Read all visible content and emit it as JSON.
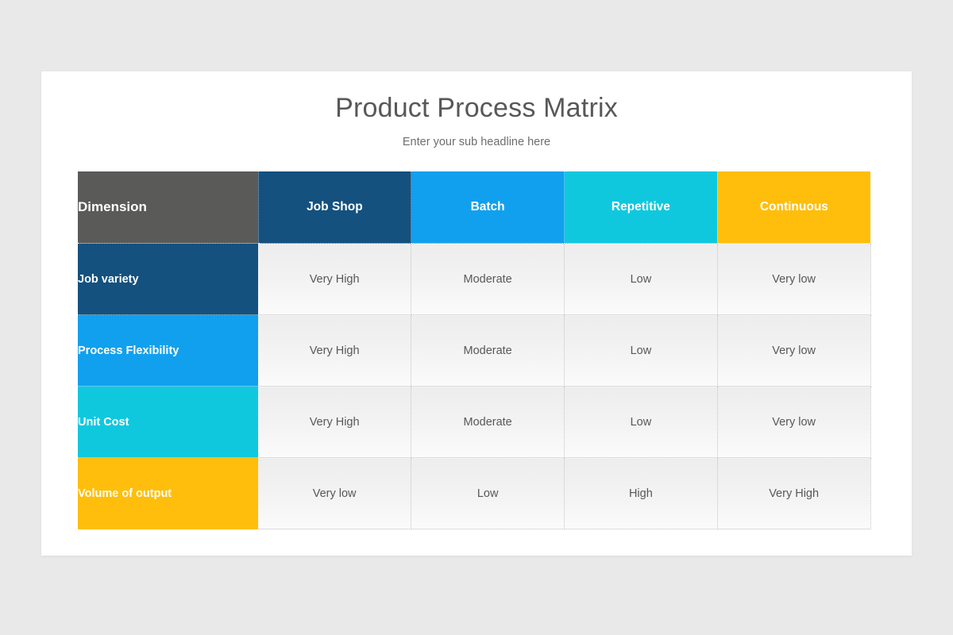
{
  "slide": {
    "title": "Product Process Matrix",
    "subtitle": "Enter your sub headline here"
  },
  "colors": {
    "background": "#e9e9e9",
    "card": "#ffffff",
    "title_text": "#58585a",
    "subtitle_text": "#6d6e71",
    "header_dimension": "#5a5a58",
    "header_job_shop": "#14517f",
    "header_batch": "#11a0ee",
    "header_repetitive": "#10c8de",
    "header_continuous": "#ffbe0b",
    "cell_text": "#58585a",
    "cell_gradient_top": "#ededed",
    "cell_gradient_bottom": "#fbfbfb",
    "cell_border": "#c4c4c4"
  },
  "chart_data": {
    "type": "table",
    "title": "Product Process Matrix",
    "subtitle": "Enter your sub headline here",
    "columns": [
      "Dimension",
      "Job Shop",
      "Batch",
      "Repetitive",
      "Continuous"
    ],
    "column_colors": [
      "#5a5a58",
      "#14517f",
      "#11a0ee",
      "#10c8de",
      "#ffbe0b"
    ],
    "row_labels": [
      "Job variety",
      "Process Flexibility",
      "Unit Cost",
      "Volume of output"
    ],
    "row_label_colors": [
      "#14517f",
      "#11a0ee",
      "#10c8de",
      "#ffbe0b"
    ],
    "rows": [
      {
        "label": "Job variety",
        "color": "#14517f",
        "values": [
          "Very High",
          "Moderate",
          "Low",
          "Very low"
        ]
      },
      {
        "label": "Process Flexibility",
        "color": "#11a0ee",
        "values": [
          "Very High",
          "Moderate",
          "Low",
          "Very low"
        ]
      },
      {
        "label": "Unit Cost",
        "color": "#10c8de",
        "values": [
          "Very High",
          "Moderate",
          "Low",
          "Very low"
        ]
      },
      {
        "label": "Volume of output",
        "color": "#ffbe0b",
        "values": [
          "Very low",
          "Low",
          "High",
          "Very High"
        ]
      }
    ]
  }
}
